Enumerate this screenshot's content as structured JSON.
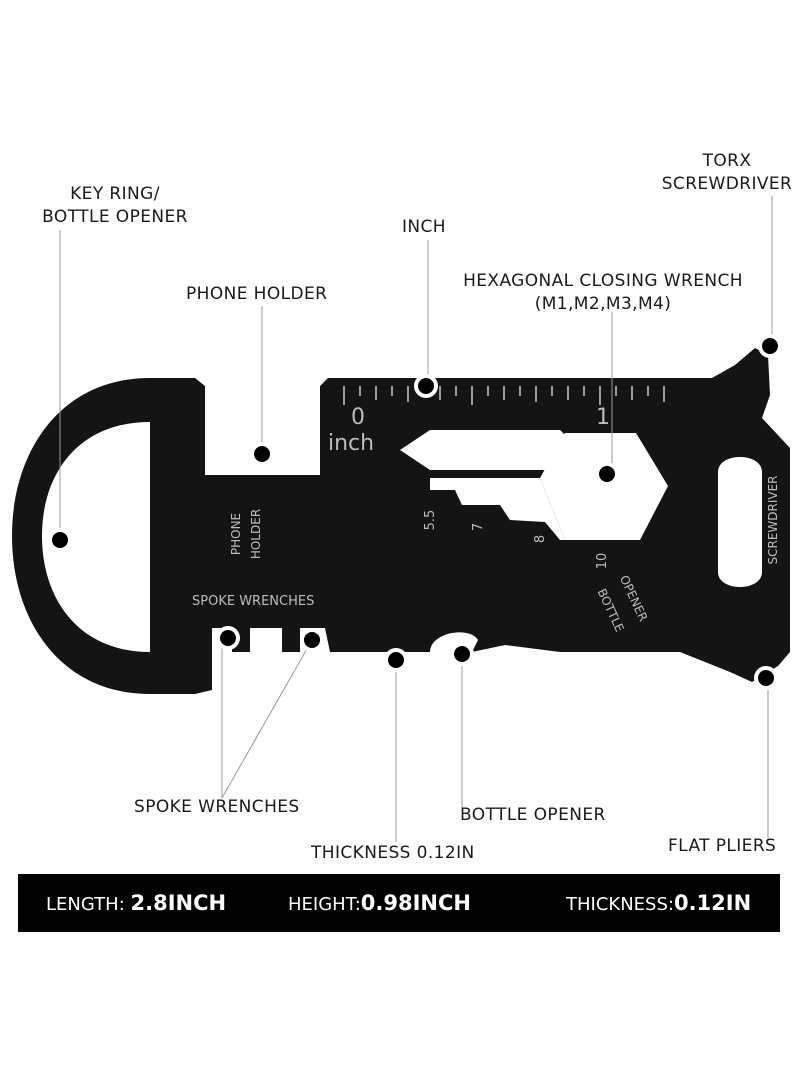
{
  "callouts": {
    "key_ring_line1": "KEY RING/",
    "key_ring_line2": "BOTTLE OPENER",
    "phone_holder": "PHONE HOLDER",
    "inch": "INCH",
    "hex_line1": "HEXAGONAL CLOSING WRENCH",
    "hex_line2": "(M1,M2,M3,M4)",
    "torx_line1": "TORX",
    "torx_line2": "SCREWDRIVER",
    "spoke_wrenches": "SPOKE WRENCHES",
    "thickness": "THICKNESS 0.12IN",
    "bottle_opener": "BOTTLE OPENER",
    "flat_pliers": "FLAT PLIERS"
  },
  "engravings": {
    "ruler_zero": "0",
    "ruler_one": "1",
    "ruler_unit": "inch",
    "phone_line1": "PHONE",
    "phone_line2": "HOLDER",
    "spoke": "SPOKE WRENCHES",
    "size_5_5": "5.5",
    "size_7": "7",
    "size_8": "8",
    "size_10": "10",
    "bottle_line1": "BOTTLE",
    "bottle_line2": "OPENER",
    "screwdriver": "SCREWDRIVER"
  },
  "specs": {
    "length_label": "LENGTH: ",
    "length_value": "2.8INCH",
    "height_label": "HEIGHT:",
    "height_value": "0.98INCH",
    "thickness_label": "THICKNESS:",
    "thickness_value": "0.12IN"
  },
  "colors": {
    "tool": "#141414",
    "engraving": "#bdbdbd",
    "marker": "#000000",
    "leader": "#9a9a9a",
    "spec_bar": "#000000"
  }
}
